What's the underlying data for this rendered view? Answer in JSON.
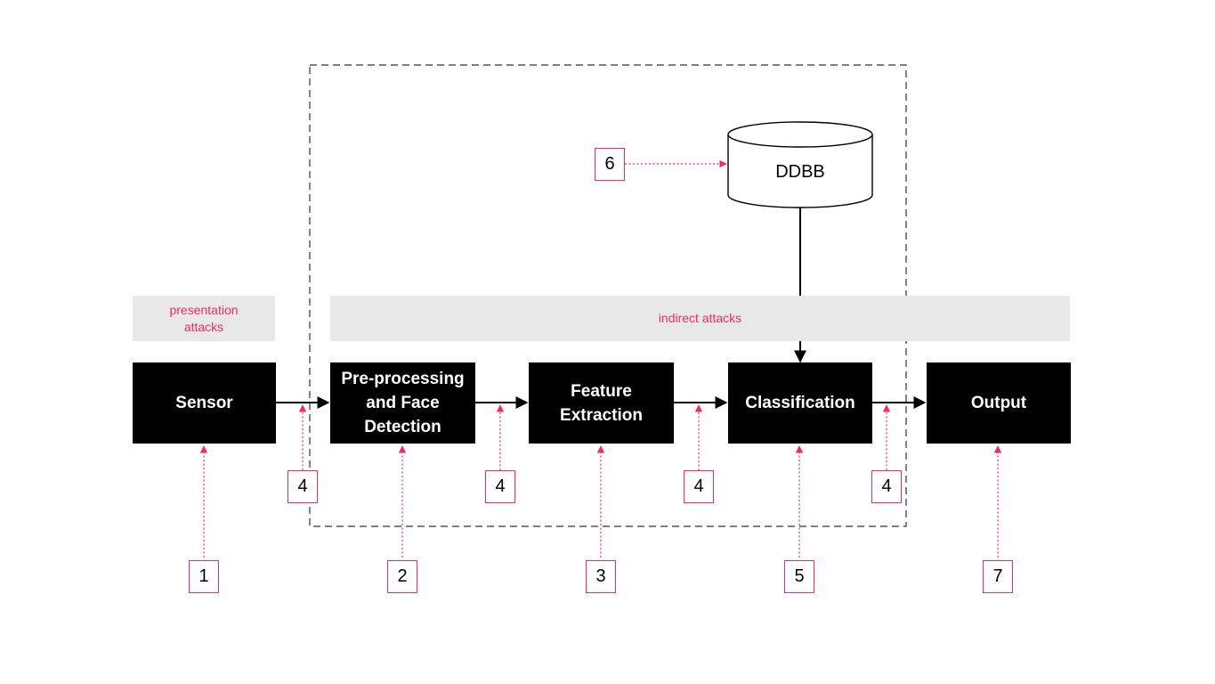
{
  "stages": {
    "sensor": "Sensor",
    "preprocessing": "Pre-processing\nand Face\nDetection",
    "feature_extraction": "Feature\nExtraction",
    "classification": "Classification",
    "output": "Output"
  },
  "database": "DDBB",
  "bands": {
    "presentation_attacks": "presentation\nattacks",
    "indirect_attacks": "indirect attacks"
  },
  "attack_points": {
    "sensor": "1",
    "preprocessing": "2",
    "feature_extraction": "3",
    "channel_sensor_to_preprocessing": "4",
    "channel_preprocessing_to_features": "4",
    "channel_features_to_classification": "4",
    "channel_classification_to_output": "4",
    "classification": "5",
    "database": "6",
    "output": "7"
  },
  "colors": {
    "block": "#000000",
    "accent": "#ee2c63",
    "band": "#e8e8e8",
    "frame": "#333333"
  }
}
